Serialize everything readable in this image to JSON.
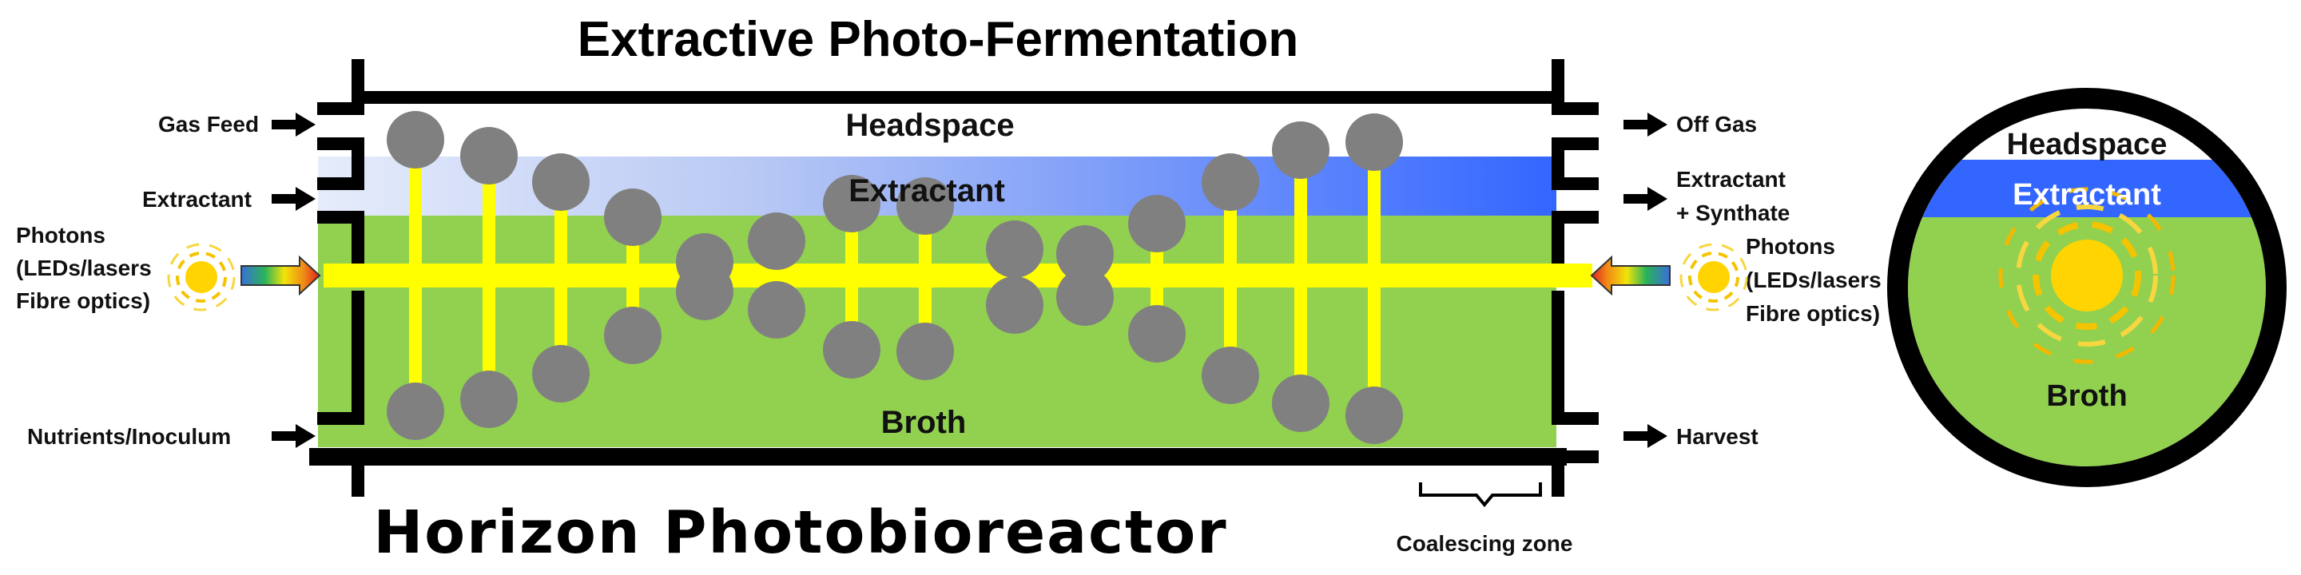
{
  "title": "Extractive Photo-Fermentation",
  "subtitle": "Horizon Photobioreactor",
  "reactor": {
    "headspace_label": "Headspace",
    "extractant_label": "Extractant",
    "broth_label": "Broth",
    "coalescing_label": "Coalescing zone"
  },
  "inputs": {
    "gas_feed": "Gas Feed",
    "extractant": "Extractant",
    "photons_line1": "Photons",
    "photons_line2": "(LEDs/lasers",
    "photons_line3": "Fibre optics)",
    "nutrients": "Nutrients/Inoculum"
  },
  "outputs": {
    "off_gas": "Off Gas",
    "extractant_line1": "Extractant",
    "extractant_line2": "+ Synthate",
    "photons_line1": "Photons",
    "photons_line2": "(LEDs/lasers",
    "photons_line3": "Fibre optics)",
    "harvest": "Harvest"
  },
  "cross_section": {
    "headspace_label": "Headspace",
    "extractant_label": "Extractant",
    "broth_label": "Broth"
  },
  "colors": {
    "broth": "#92d050",
    "extractant": "#3366ff",
    "extractant_light": "#dde6fb",
    "light_rod": "#ffff00",
    "disc": "#808080",
    "wall": "#000000",
    "sun": "#ffd400"
  }
}
